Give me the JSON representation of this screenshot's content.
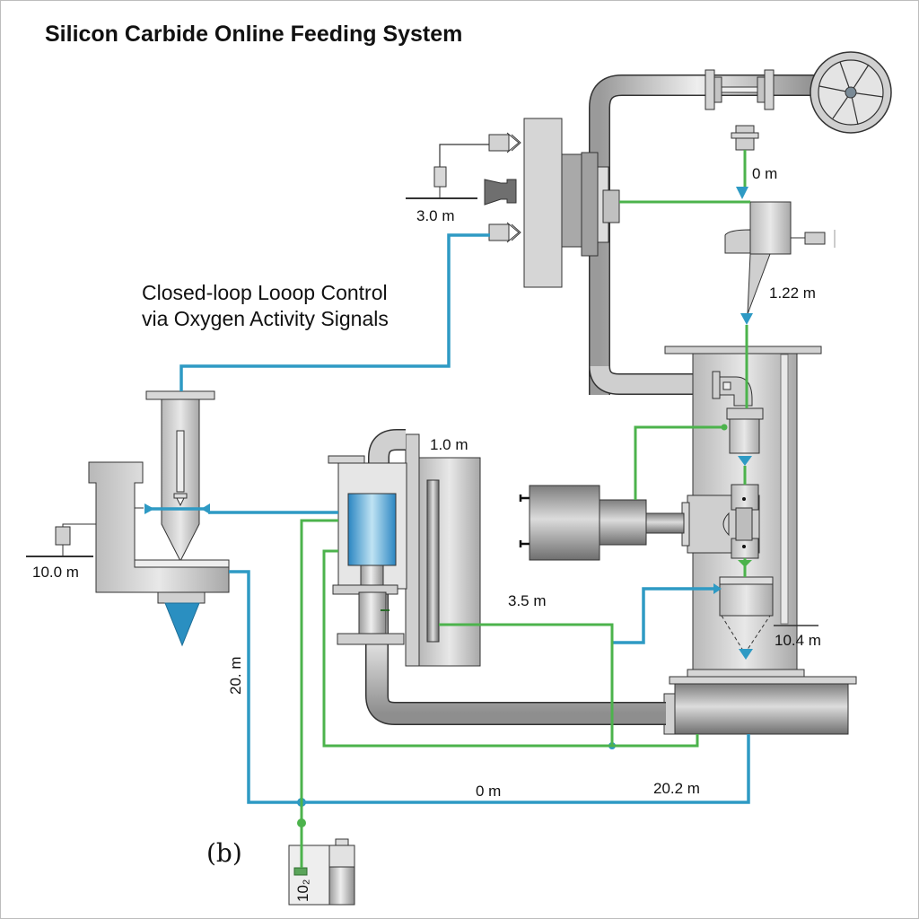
{
  "title": "Silicon Carbide Online Feeding System",
  "caption": {
    "line1": "Closed-loop Looop Control",
    "line2": "via Oxygen Activity Signals"
  },
  "panel_label": "(b)",
  "colors": {
    "signal_blue": "#2e9ac4",
    "signal_green": "#4cb34c",
    "equipment_gray": "#c8c8c8",
    "outline": "#333333",
    "cyan_vessel": "#3a9bd0"
  },
  "measurements": {
    "m_3_0": "3.0 m",
    "m_0_top": "0 m",
    "m_1_22": "1.22 m",
    "m_1_0": "1.0 m",
    "m_10_0": "10.0 m",
    "m_3_5": "3.5 m",
    "m_10_4": "10.4 m",
    "m_20": "20. m",
    "m_0_bottom": "0 m",
    "m_20_2": "20.2 m",
    "tank_label": "10₂"
  },
  "components": [
    "centrifugal-fan",
    "flanged-pipe",
    "top-sensor",
    "cyclone-feeder",
    "drive-column-assembly",
    "oxygen-sensor-probe",
    "l-shaped-furnace",
    "blue-cartridge-filter",
    "heat-exchanger-panel",
    "motor-drive",
    "vertical-reactor",
    "reactor-base-tank",
    "oxygen-tank"
  ]
}
